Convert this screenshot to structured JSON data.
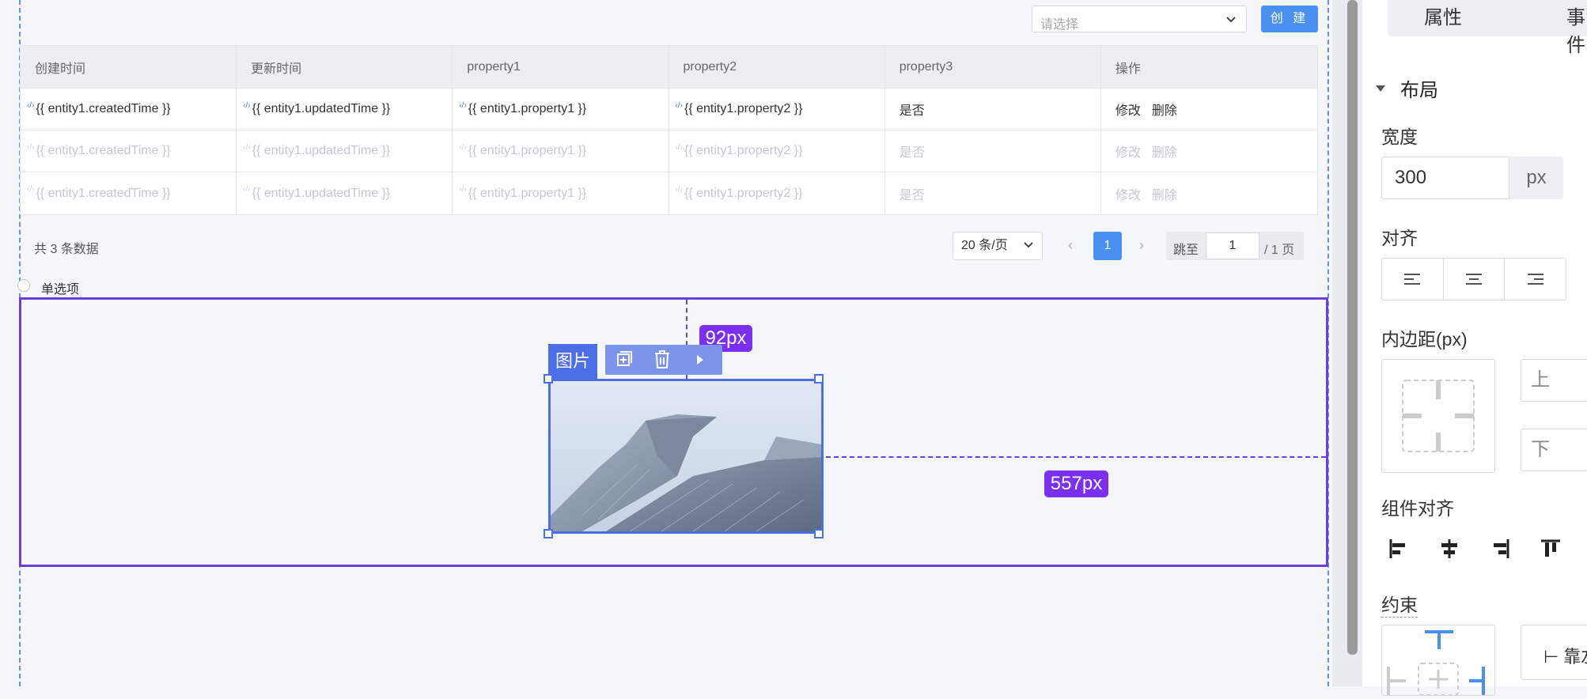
{
  "toolbar": {
    "select_placeholder": "请选择",
    "create_label": "创 建"
  },
  "table": {
    "headers": [
      "创建时间",
      "更新时间",
      "property1",
      "property2",
      "property3",
      "操作"
    ],
    "code_mark": "‹/›",
    "rows": [
      [
        "{{ entity1.createdTime }}",
        "{{ entity1.updatedTime }}",
        "{{ entity1.property1 }}",
        "{{ entity1.property2 }}",
        "是否"
      ],
      [
        "{{ entity1.createdTime }}",
        "{{ entity1.updatedTime }}",
        "{{ entity1.property1 }}",
        "{{ entity1.property2 }}",
        "是否"
      ],
      [
        "{{ entity1.createdTime }}",
        "{{ entity1.updatedTime }}",
        "{{ entity1.property1 }}",
        "{{ entity1.property2 }}",
        "是否"
      ]
    ],
    "actions": {
      "edit": "修改",
      "delete": "删除"
    }
  },
  "pagination": {
    "total_text": "共 3 条数据",
    "page_size": "20 条/页",
    "prev": "‹",
    "next": "›",
    "current_page": "1",
    "jump_label": "跳至",
    "jump_value": "1",
    "total_pages": "/ 1 页"
  },
  "radio": {
    "label": "单选项"
  },
  "image_component": {
    "label": "图片",
    "toolbar_icons": [
      "copy-icon",
      "trash-icon",
      "play-icon"
    ]
  },
  "measurements": {
    "vertical": "92px",
    "horizontal": "557px"
  },
  "panel": {
    "tabs": [
      "属性",
      "事件"
    ],
    "section_layout": "布局",
    "width_label": "宽度",
    "width_value": "300",
    "width_unit": "px",
    "align_label": "对齐",
    "padding_label": "内边距(px)",
    "padding_top_placeholder": "上",
    "padding_bottom_placeholder": "下",
    "component_align_label": "组件对齐",
    "constraint_label": "约束",
    "constraint_button": "⊢ 靠左"
  },
  "colors": {
    "accent": "#4a90f1",
    "selection": "#6a3fe0",
    "measure_badge": "#7b2ff0",
    "component": "#4c6ee6"
  }
}
